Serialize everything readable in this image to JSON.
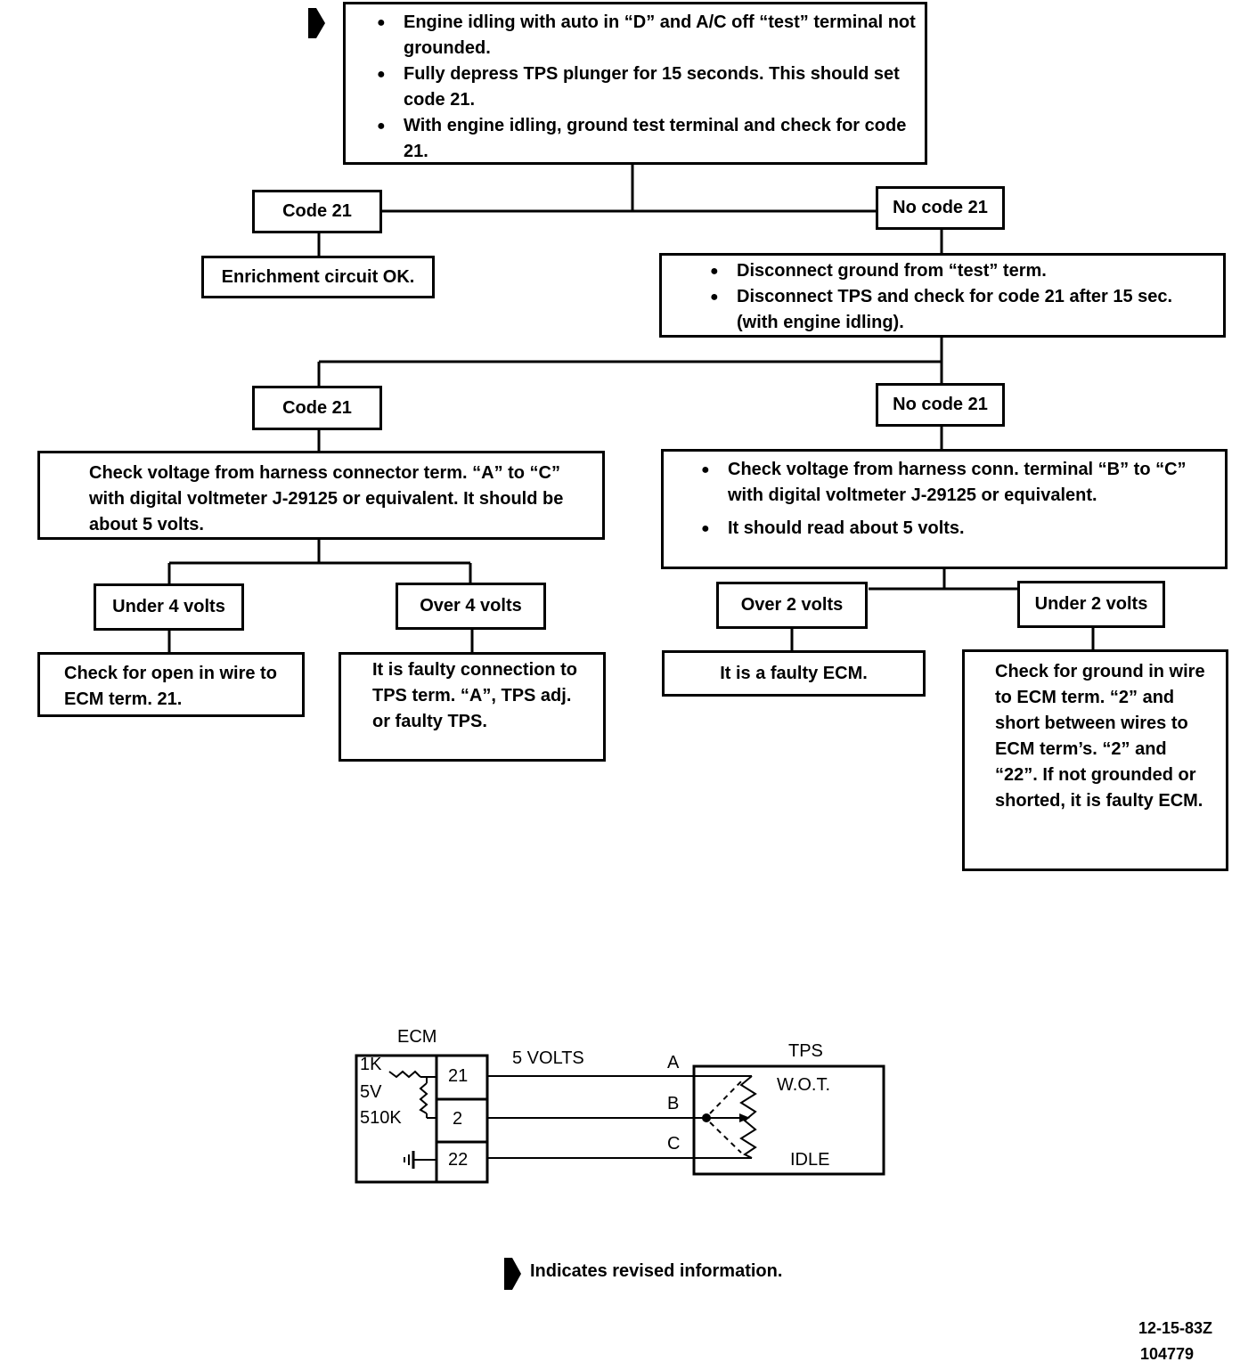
{
  "flowchart": {
    "start": {
      "items": [
        "Engine idling with auto in “D” and A/C off “test” terminal not grounded.",
        "Fully depress TPS plunger for 15 seconds.  This should set code 21.",
        "With engine idling, ground test terminal and check for code 21."
      ]
    },
    "code21_a": "Code 21",
    "no_code21_a": "No code 21",
    "enrichment_ok": "Enrichment circuit OK.",
    "disconnect": {
      "items": [
        "Disconnect ground from “test” term.",
        "Disconnect TPS and check for code 21 after 15 sec. (with engine idling)."
      ]
    },
    "code21_b": "Code 21",
    "no_code21_b": "No code 21",
    "check_voltage_ac": "Check voltage from harness connector term. “A” to “C” with digital voltmeter J-29125 or equivalent. It should be about 5 volts.",
    "check_voltage_bc": {
      "items": [
        "Check voltage from harness conn. terminal “B” to “C” with digital voltmeter J-29125 or equivalent.",
        "It should read about 5 volts."
      ]
    },
    "under4": "Under 4 volts",
    "over4": "Over 4 volts",
    "over2": "Over 2 volts",
    "under2": "Under 2 volts",
    "open_wire": "Check for open in wire to ECM term. 21.",
    "faulty_connection": "It is faulty connection to TPS term. “A”, TPS adj. or faulty TPS.",
    "faulty_ecm": "It is a faulty ECM.",
    "ground_check": "Check for ground in wire to ECM term. “2” and short between wires to ECM term’s. “2” and “22”. If not grounded or shorted, it is faulty ECM."
  },
  "schematic": {
    "ecm_label": "ECM",
    "tps_label": "TPS",
    "res_1k": "1K",
    "v5": "5V",
    "res_510k": "510K",
    "terminals": [
      "21",
      "2",
      "22"
    ],
    "volts": "5 VOLTS",
    "wires": [
      "A",
      "B",
      "C"
    ],
    "wot": "W.O.T.",
    "idle": "IDLE"
  },
  "legend": "Indicates revised information.",
  "footer": {
    "date": "12-15-83Z",
    "id": "104779"
  }
}
